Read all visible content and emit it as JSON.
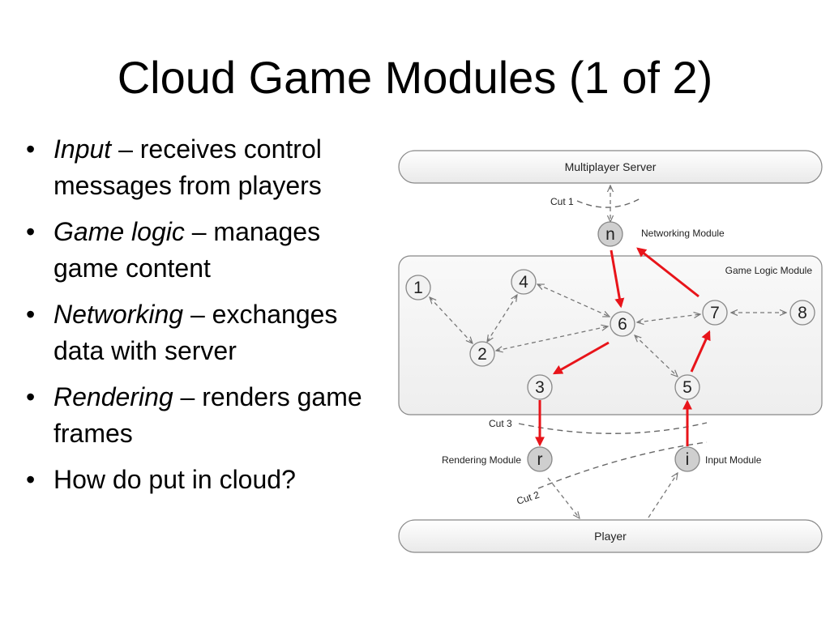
{
  "slide": {
    "title": "Cloud Game Modules (1 of 2)",
    "bullets": [
      {
        "term": "Input",
        "text": " – receives control messages from players"
      },
      {
        "term": "Game logic",
        "text": " –  manages game content"
      },
      {
        "term": "Networking",
        "text": " – exchanges data with server"
      },
      {
        "term": "Rendering",
        "text": " – renders game frames"
      },
      {
        "term": "",
        "text": "How do put in cloud?"
      }
    ]
  },
  "diagram": {
    "server_label": "Multiplayer Server",
    "player_label": "Player",
    "game_logic_label": "Game Logic Module",
    "networking_label": "Networking Module",
    "rendering_label": "Rendering Module",
    "input_label": "Input Module",
    "cut1_label": "Cut 1",
    "cut2_label": "Cut 2",
    "cut3_label": "Cut 3",
    "nodes": {
      "n": "n",
      "r": "r",
      "i": "i",
      "1": "1",
      "2": "2",
      "3": "3",
      "4": "4",
      "5": "5",
      "6": "6",
      "7": "7",
      "8": "8"
    },
    "colors": {
      "highlight_arrow": "#e8141a",
      "dashed_arrow": "#777777",
      "node_fill": "#f2f2f2",
      "module_node_fill": "#cfcfcf"
    }
  }
}
